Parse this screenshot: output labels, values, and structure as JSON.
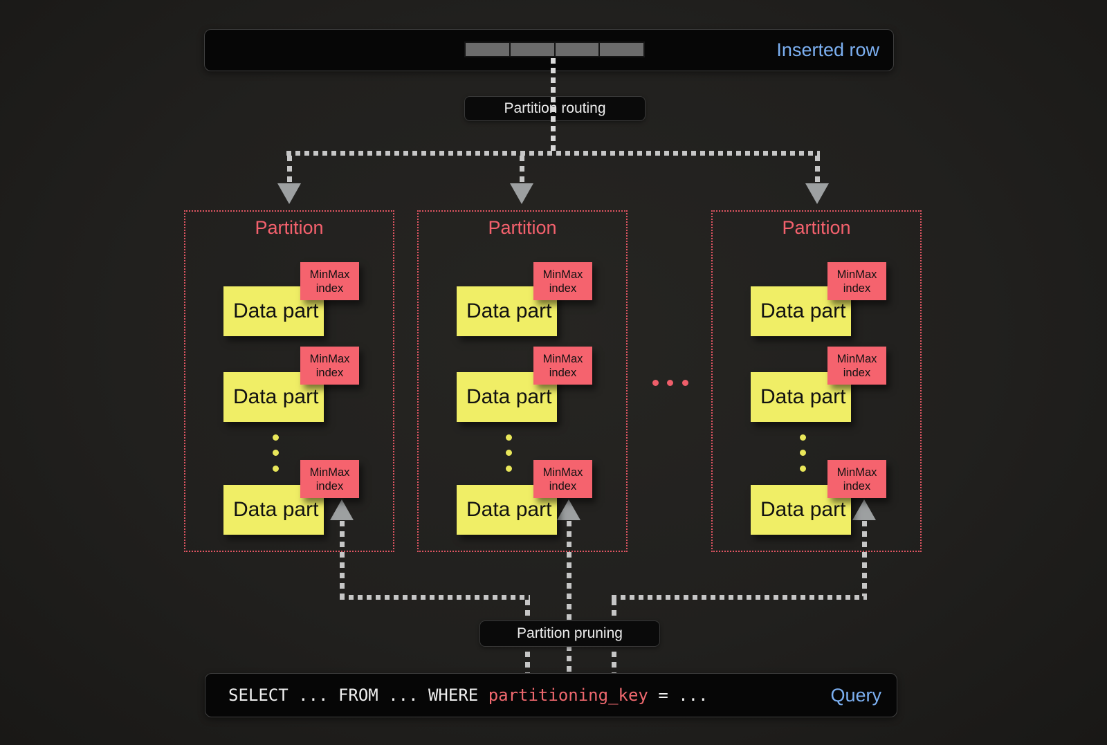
{
  "inserted_row": {
    "label": "Inserted row",
    "segment_count": 4
  },
  "flow": {
    "routing_label": "Partition routing",
    "pruning_label": "Partition pruning",
    "partitions_ellipsis": "..."
  },
  "partitions": [
    {
      "title": "Partition",
      "data_parts": [
        {
          "label": "Data part",
          "index_label": "MinMax index"
        },
        {
          "label": "Data part",
          "index_label": "MinMax index"
        },
        {
          "label": "Data part",
          "index_label": "MinMax index"
        }
      ]
    },
    {
      "title": "Partition",
      "data_parts": [
        {
          "label": "Data part",
          "index_label": "MinMax index"
        },
        {
          "label": "Data part",
          "index_label": "MinMax index"
        },
        {
          "label": "Data part",
          "index_label": "MinMax index"
        }
      ]
    },
    {
      "title": "Partition",
      "data_parts": [
        {
          "label": "Data part",
          "index_label": "MinMax index"
        },
        {
          "label": "Data part",
          "index_label": "MinMax index"
        },
        {
          "label": "Data part",
          "index_label": "MinMax index"
        }
      ]
    }
  ],
  "query": {
    "sql_prefix": "SELECT ... FROM ... WHERE ",
    "sql_key": "partitioning_key",
    "sql_suffix": " = ...",
    "label": "Query"
  },
  "colors": {
    "accent_blue": "#7cb0f2",
    "partition_title_red": "#f4616d",
    "partition_border_red": "#e05562",
    "minmax_bg": "#f5636e",
    "data_part_yellow": "#f0ee66",
    "query_key_red": "#ef686e",
    "connector_gray": "#c6c6c6"
  }
}
